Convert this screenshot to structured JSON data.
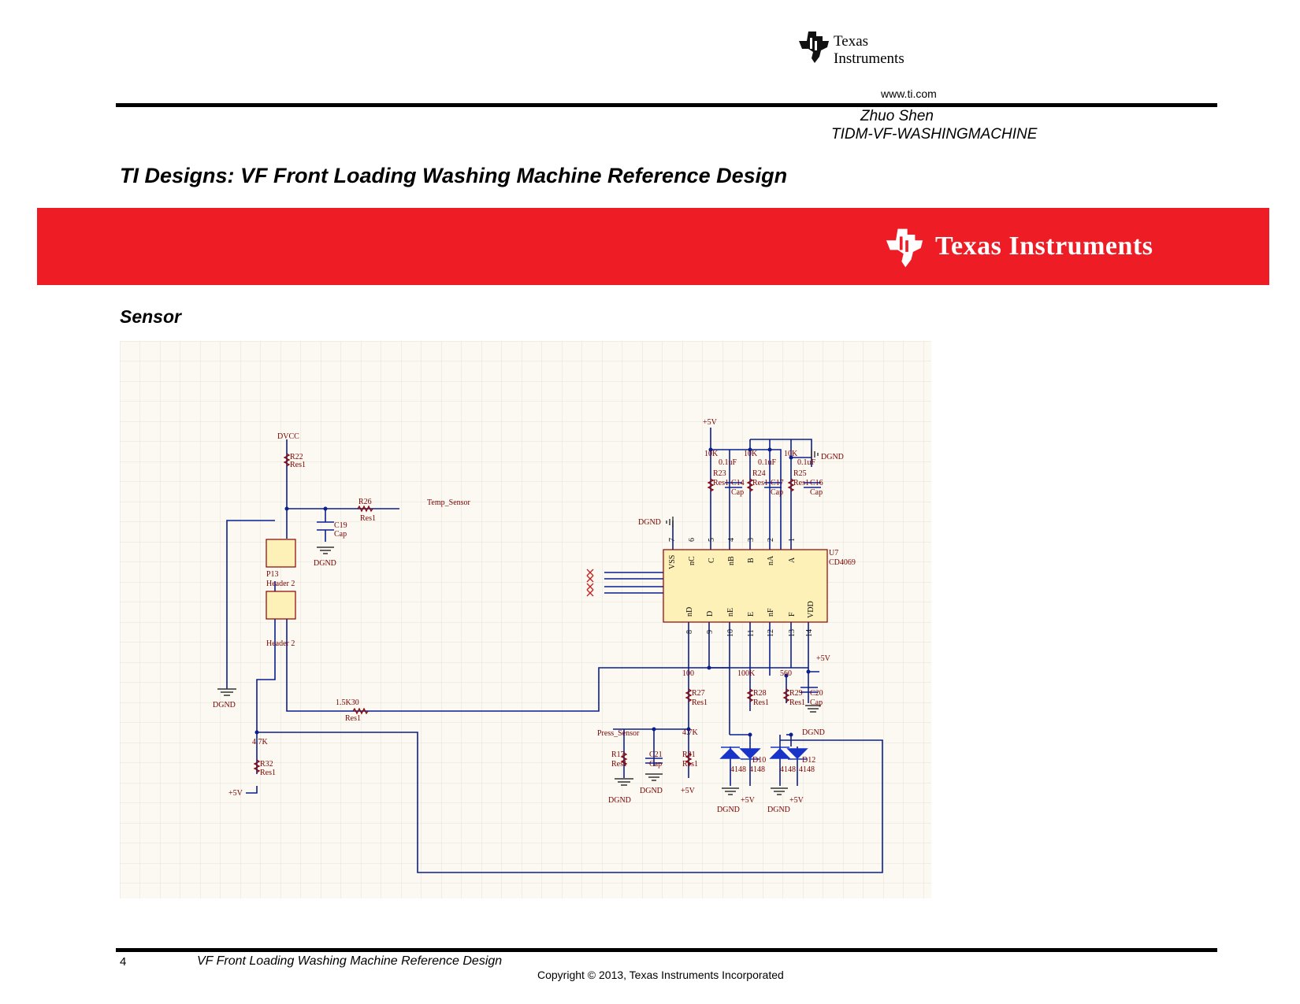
{
  "header": {
    "brand_line1": "Texas",
    "brand_line2": "Instruments",
    "url": "www.ti.com",
    "author": "Zhuo Shen",
    "doc_id": "TIDM-VF-WASHINGMACHINE"
  },
  "title": "TI Designs:  VF Front Loading Washing Machine Reference Design",
  "banner": {
    "brand": "Texas Instruments",
    "color": "#ee1c25"
  },
  "section": "Sensor",
  "schematic": {
    "labels": {
      "dvcc": "DVCC",
      "r22": "R22",
      "r22_type": "Res1",
      "r26": "R26",
      "r26_type": "Res1",
      "temp_sensor": "Temp_Sensor",
      "c19": "C19",
      "c19_type": "Cap",
      "dgnd": "DGND",
      "p13": "P13",
      "header2a": "Header 2",
      "header2b": "Header 2",
      "r_1k530": "1.5K30",
      "res1": "Res1",
      "r_4k7": "4.7K",
      "r32": "R32",
      "plus5v": "+5V",
      "u7": "U7",
      "u7_part": "CD4069",
      "r10k": "10K",
      "cap01": "0.1uF",
      "r23": "R23",
      "r24": "R24",
      "r25": "R25",
      "c14": "C14",
      "c17": "C17",
      "c16": "C16",
      "cap": "Cap",
      "r27": "R27",
      "r28": "R28",
      "r29": "R29",
      "c20": "C20",
      "r_100": "100",
      "r_100k": "100K",
      "r_560": "560",
      "press_sensor": "Press_Sensor",
      "r17": "R17",
      "c21": "C21",
      "r31": "R31",
      "d10": "D10",
      "d12": "D12",
      "diode": "4148"
    },
    "u7_top_pins": [
      "7",
      "6",
      "5",
      "4",
      "3",
      "2",
      "1"
    ],
    "u7_top_names": [
      "VSS",
      "nC",
      "C",
      "nB",
      "B",
      "nA",
      "A"
    ],
    "u7_bot_pins": [
      "8",
      "9",
      "10",
      "11",
      "12",
      "13",
      "14"
    ],
    "u7_bot_names": [
      "nD",
      "D",
      "nE",
      "E",
      "nF",
      "F",
      "VDD"
    ],
    "colors": {
      "wire": "#0b1f8f",
      "label": "#7a0000",
      "part": "#8a0000",
      "chip": "#fdf1b8",
      "diode": "#1833c8"
    }
  },
  "footer": {
    "page": "4",
    "title": "VF Front Loading Washing Machine Reference Design",
    "copyright": "Copyright © 2013, Texas Instruments Incorporated"
  }
}
